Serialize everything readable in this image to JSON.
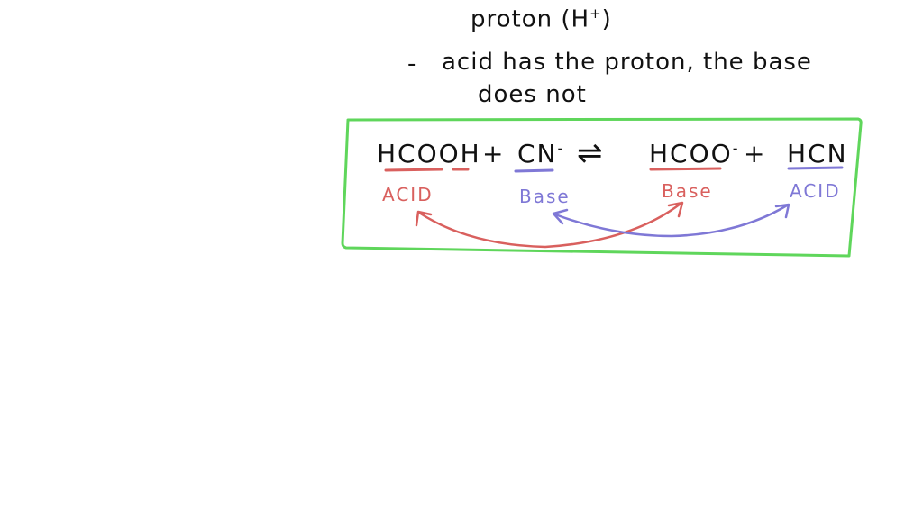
{
  "notes": {
    "line1": "proton (H",
    "line1_sup": "+",
    "line1_close": ")",
    "bullet": "-",
    "line2": "acid has the proton, the base",
    "line3": "does not"
  },
  "equation": {
    "acid1": "HCOOH",
    "plus1": "+",
    "base1": "CN",
    "base1_charge": "-",
    "arrow": "⇌",
    "cbase1": "HCOO",
    "cbase1_charge": "-",
    "plus2": "+",
    "cacid1": "HCN"
  },
  "labels": {
    "acid_left": "ACID",
    "base_left": "Base",
    "base_right": "Base",
    "acid_right": "ACID"
  },
  "colors": {
    "box": "#5fd65b",
    "red": "#d9605e",
    "blue": "#7f78d6",
    "ink": "#111111"
  }
}
